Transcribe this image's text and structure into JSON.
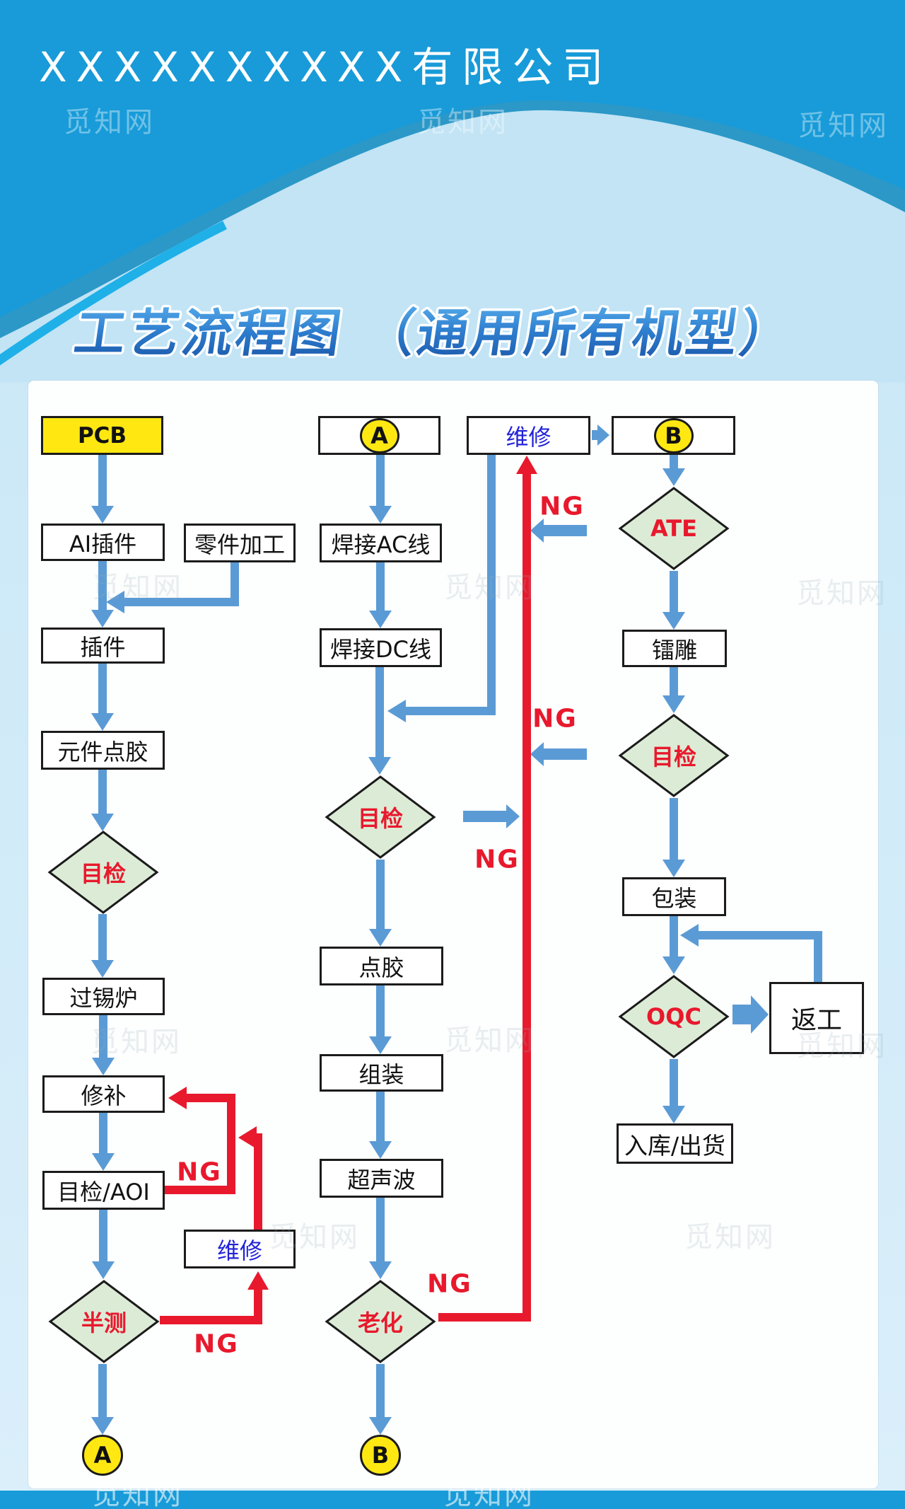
{
  "company": "XXXXXXXXXX有限公司",
  "title": "工艺流程图 （通用所有机型）",
  "watermark": "觅知网",
  "ng_label": "NG",
  "colors": {
    "header_blue": "#189bd8",
    "dome_light_blue": "#c2e4f5",
    "curve_accent": "#2b98c8",
    "curve_accent_bright": "#1fb0e8",
    "title_blue_top": "#51a7e8",
    "title_blue_bottom": "#1a56a8",
    "arrow_blue": "#5b9bd5",
    "line_red": "#e8192d",
    "decision_green": "#dcebd6",
    "marker_yellow": "#ffe812",
    "repair_text_blue": "#2222d8",
    "box_border": "#1b1b1b"
  },
  "flow": {
    "col1": {
      "pcb": "PCB",
      "ai_insert": "AI插件",
      "part_machining": "零件加工",
      "insert": "插件",
      "component_glue": "元件点胶",
      "visual_check": "目检",
      "tin_furnace": "过锡炉",
      "touch_up": "修补",
      "aoi_check": "目检/AOI",
      "repair": "维修",
      "semi_test": "半测",
      "connector_a_end": "A"
    },
    "col2": {
      "connector_a_start": "A",
      "weld_ac": "焊接AC线",
      "weld_dc": "焊接DC线",
      "visual_check": "目检",
      "glue": "点胶",
      "assembly": "组装",
      "ultrasonic": "超声波",
      "aging": "老化",
      "connector_b_end": "B"
    },
    "col3": {
      "repair_top": "维修",
      "connector_b_start": "B",
      "ate_test": "ATE",
      "laser_etch": "镭雕",
      "visual_check": "目检",
      "packing": "包装",
      "oqc": "OQC",
      "rework": "返工",
      "warehouse_ship": "入库/出货"
    }
  }
}
